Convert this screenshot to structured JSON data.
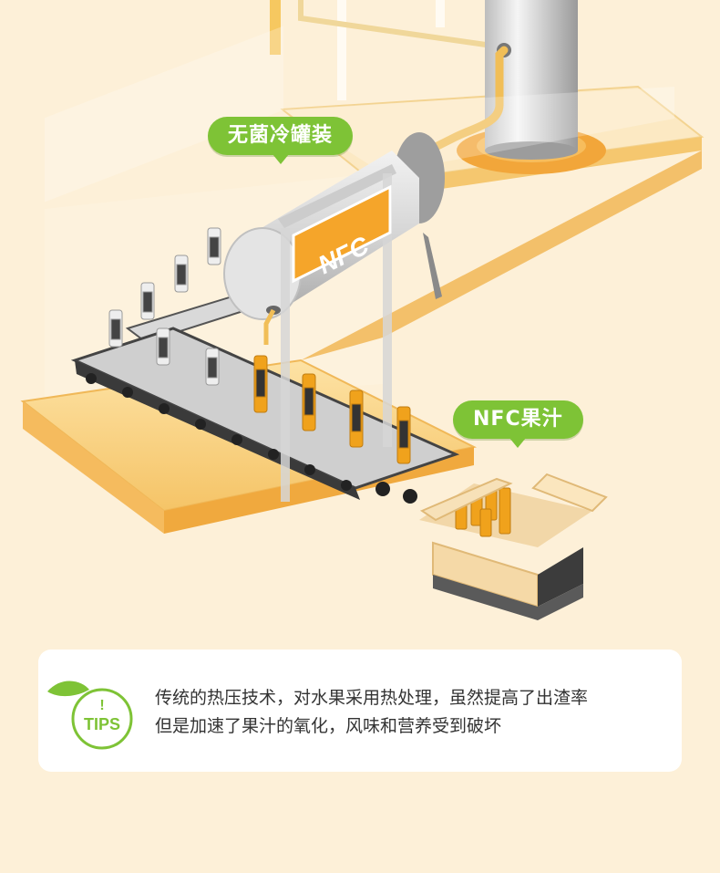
{
  "labels": {
    "canning": "无菌冷罐装",
    "juice": "NFC果汁",
    "tank_logo": "NFC"
  },
  "tips": {
    "badge_mark": "!",
    "badge_label": "TIPS",
    "line1": "传统的热压技术，对水果采用热处理，虽然提高了出渣率",
    "line2": "但是加速了果汁的氧化，风味和营养受到破坏"
  },
  "colors": {
    "background": "#fdf0d8",
    "accent_green": "#7ec336",
    "juice_orange": "#f0a21c"
  },
  "icons": [
    "leaf-icon",
    "conveyor-belt",
    "juice-bottle",
    "cardboard-box",
    "storage-tank"
  ]
}
